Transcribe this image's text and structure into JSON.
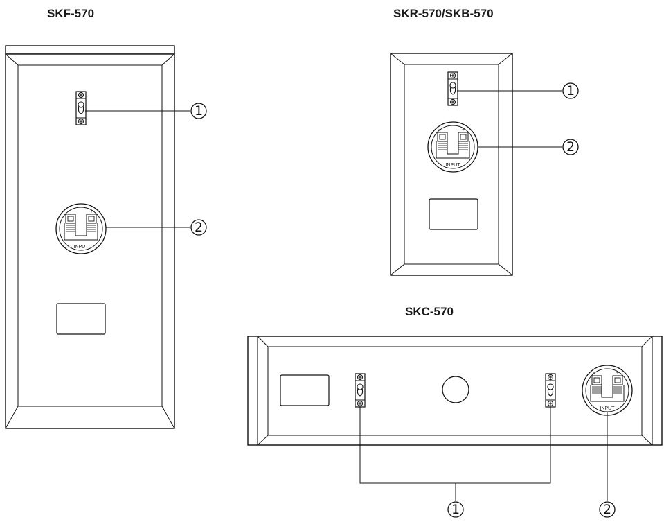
{
  "titles": {
    "skf": "SKF-570",
    "skr": "SKR-570/SKB-570",
    "skc": "SKC-570"
  },
  "callouts": {
    "one": "①",
    "two": "②"
  },
  "terminal": {
    "label": "INPUT",
    "minus": "−",
    "plus": "+"
  }
}
